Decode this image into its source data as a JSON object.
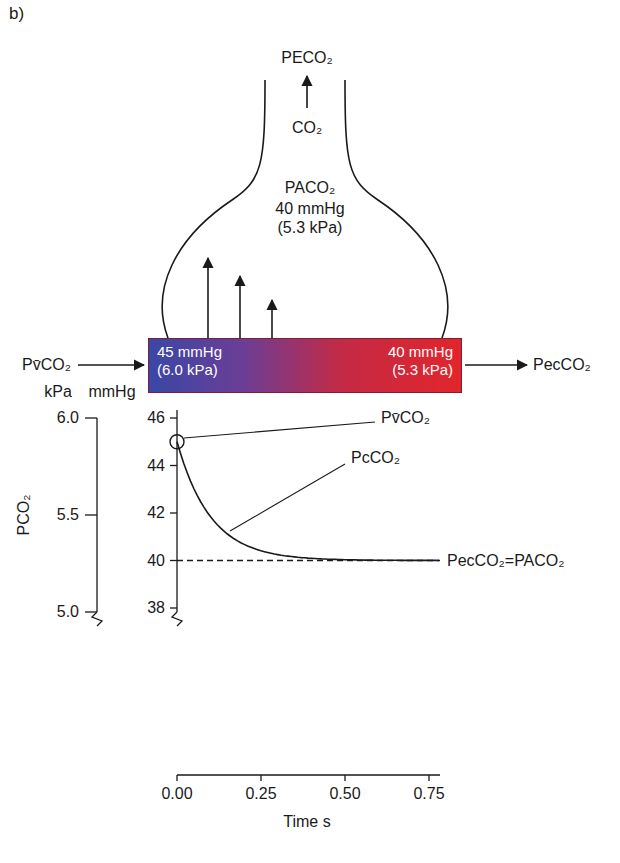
{
  "diagram": {
    "nodes": [
      {
        "text": [
          "PACO₂",
          "40 mmHg (5.3 kPa)"
        ]
      },
      {
        "text": [
          "45 mmHg (6.0 kPa)",
          "40 mmHg (5.3 kPa)"
        ]
      }
    ],
    "edges": [
      {
        "from": 1,
        "to": 0,
        "arrow": "to"
      },
      {
        "from": 1,
        "to": 0,
        "arrow": "to"
      },
      {
        "from": 1,
        "to": 0,
        "arrow": "to"
      }
    ],
    "labels": [
      "b)",
      "PECO₂",
      "CO₂",
      "Pv̄CO₂",
      "PecCO₂",
      "kPa",
      "mmHg",
      "6.0",
      "5.5",
      "5.0",
      "46",
      "44",
      "42",
      "40",
      "38",
      "PCO₂",
      "0.00",
      "0.25",
      "0.50",
      "0.75",
      "Time s",
      "Pv̄CO₂",
      "PcCO₂",
      "PecCO₂=PACO₂"
    ]
  }
}
